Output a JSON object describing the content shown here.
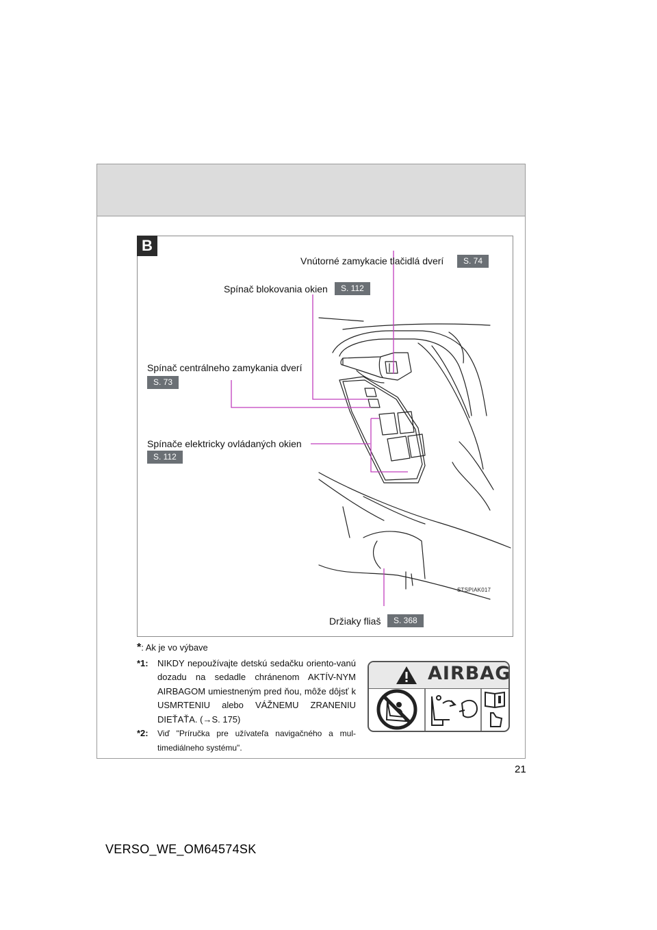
{
  "figure": {
    "letter": "B",
    "callouts": [
      {
        "label": "Vnútorné zamykacie tlačidlá dverí",
        "ref": "S. 74"
      },
      {
        "label": "Spínač blokovania okien",
        "ref": "S. 112"
      },
      {
        "label": "Spínač centrálneho zamykania dverí",
        "ref": "S. 73"
      },
      {
        "label": "Spínače elektricky ovládaných okien",
        "ref": "S. 112"
      },
      {
        "label": "Držiaky fliaš",
        "ref": "S. 368"
      }
    ],
    "image_code": "STSPIAK017"
  },
  "notes": [
    {
      "mark": "*",
      "text": ": Ak je vo výbave"
    },
    {
      "mark": "*1:",
      "text": "NIKDY nepoužívajte detskú sedačku oriento-vanú dozadu na sedadle chránenom AKTÍV-NYM AIRBAGOM umiestneným pred ňou, môže dôjsť k USMRTENIU alebo VÁŽNEMU ZRANENIU DIEŤAŤA. (→S. 175)"
    },
    {
      "mark": "*2:",
      "text": "Viď \"Príručka pre užívateľa navigačného a mul-timediálneho systému\"."
    }
  ],
  "warning_label": {
    "title": "AIRBAG",
    "icons": [
      "warning-triangle-icon",
      "no-rear-facing-child-seat-icon",
      "airbag-deploy-icon",
      "read-manual-icon"
    ]
  },
  "page_number": "21",
  "document_id": "VERSO_WE_OM64574SK",
  "colors": {
    "callout_line": "#c13dbd",
    "ref_badge": "#6b7075",
    "header_band": "#dcdcdc"
  }
}
